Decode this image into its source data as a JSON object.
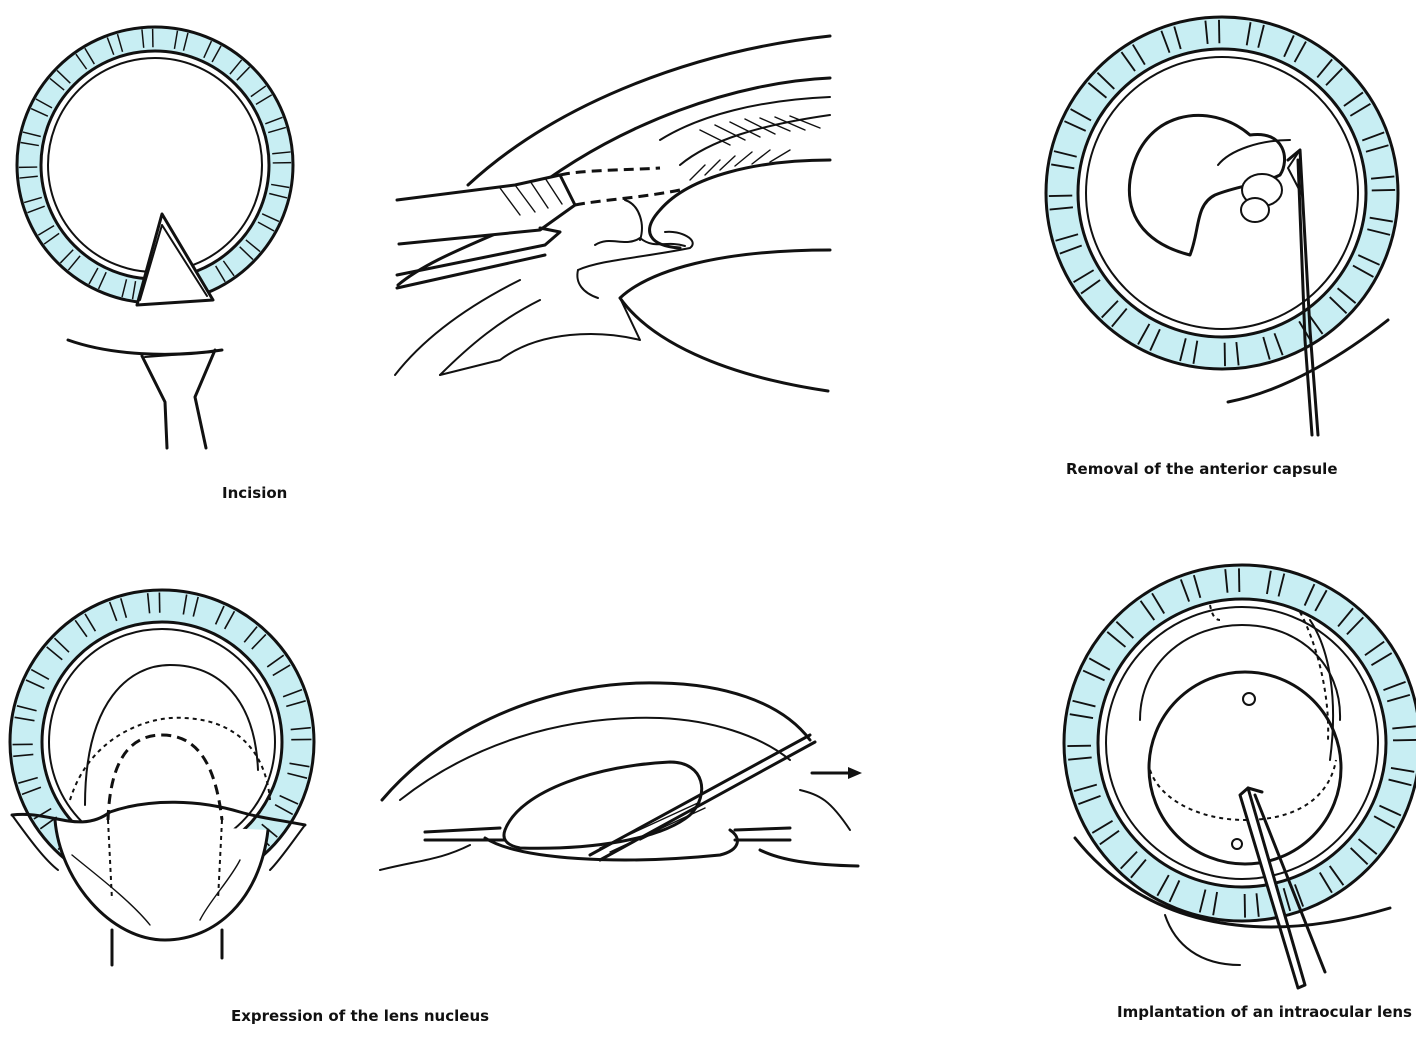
{
  "captions": {
    "incision": "Incision",
    "capsule": "Removal of the anterior capsule",
    "nucleus": "Expression of the lens nucleus",
    "implant": "Implantation of an intraocular lens"
  },
  "colors": {
    "limbus_fill": "#c8eef3",
    "ink": "#111111"
  }
}
